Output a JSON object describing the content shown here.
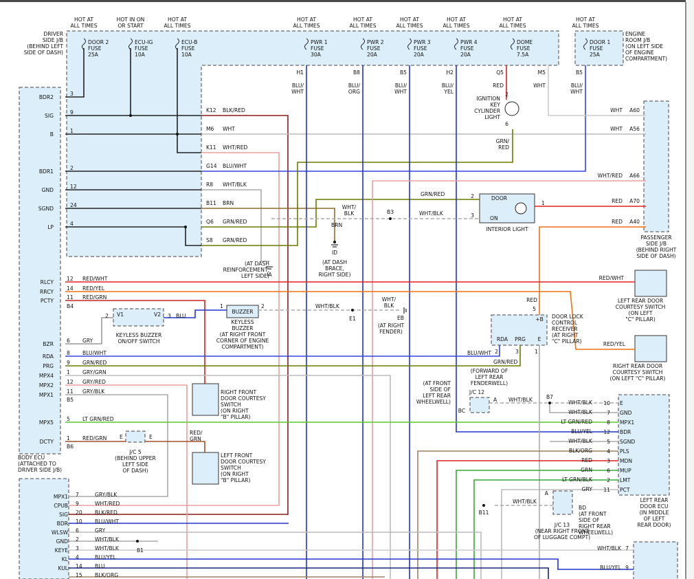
{
  "hot_labels": {
    "door2": "HOT AT\nALL TIMES",
    "ecuig": "HOT IN ON\nOR START",
    "ecub": "HOT AT\nALL TIMES",
    "pwr1": "HOT AT\nALL TIMES",
    "pwr2": "HOT AT\nALL TIMES",
    "pwr3": "HOT AT\nALL TIMES",
    "pwr4": "HOT AT\nALL TIMES",
    "dome": "HOT AT\nALL TIMES",
    "door1": "HOT AT\nALL TIMES"
  },
  "fuses": {
    "door2": "DOOR 2\nFUSE\n25A",
    "ecuig": "ECU-IG\nFUSE\n10A",
    "ecub": "ECU-B\nFUSE\n10A",
    "pwr1": "PWR 1\nFUSE\n30A",
    "pwr2": "PWR 2\nFUSE\n20A",
    "pwr3": "PWR 3\nFUSE\n20A",
    "pwr4": "PWR 4\nFUSE\n20A",
    "dome": "DOME\nFUSE\n7.5A",
    "door1": "DOOR 1\nFUSE\n25A"
  },
  "jb_labels": {
    "driver": "DRIVER\nSIDE J/B\n(BEHIND LEFT\nSIDE OF DASH)",
    "engine": "ENGINE\nROOM J/B\n(ON LEFT SIDE\nOF ENGINE\nCOMPARTMENT)",
    "passenger": "PASSENGER\nSIDE J/B\n(BEHIND RIGHT\nSIDE OF DASH)"
  },
  "jb_pins": {
    "h1": "H1",
    "b8": "B8",
    "b5": "B5",
    "h2": "H2",
    "q5": "Q5",
    "m5": "M5",
    "b5b": "B5"
  },
  "wire_top": {
    "h1": "BLU/\nWHT",
    "b8": "BLU/\nORG",
    "b5": "BLU/\nWHT",
    "h2": "BLU/\nYEL",
    "q5": "RED",
    "m5": "WHT",
    "b5b": "BLU/\nWHT"
  },
  "body_ecu": {
    "label": "BODY ECU\n(ATTACHED TO\nDRIVER SIDE J/B)",
    "pins": [
      {
        "name": "BDR2",
        "num": "3"
      },
      {
        "name": "SIG",
        "num": "9"
      },
      {
        "name": "B",
        "num": "1"
      },
      {
        "name": "BDR1",
        "num": "2"
      },
      {
        "name": "GND",
        "num": "12"
      },
      {
        "name": "SGND",
        "num": "24"
      },
      {
        "name": "LP",
        "num": "4"
      }
    ],
    "pins2": [
      {
        "name": "RLCY",
        "num": "12",
        "wire": "RED/WHT"
      },
      {
        "name": "RRCY",
        "num": "14",
        "wire": "RED/YEL"
      },
      {
        "name": "PCTY",
        "num": "11",
        "wire": "RED/GRN"
      },
      {
        "name": "",
        "num": "B4",
        "wire": ""
      },
      {
        "name": "BZR",
        "num": "6",
        "wire": "GRY"
      },
      {
        "name": "RDA",
        "num": "8",
        "wire": "BLU/WHT"
      },
      {
        "name": "PRG",
        "num": "9",
        "wire": "GRN/RED"
      },
      {
        "name": "MPX4",
        "num": "1",
        "wire": "GRY/GRN"
      },
      {
        "name": "MPX2",
        "num": "12",
        "wire": "GRY/RED"
      },
      {
        "name": "MPX1",
        "num": "11",
        "wire": "GRY/BLK"
      },
      {
        "name": "",
        "num": "B5",
        "wire": ""
      },
      {
        "name": "MPX5",
        "num": "5",
        "wire": "LT GRN/RED"
      },
      {
        "name": "DCTY",
        "num": "1",
        "wire": "RED/GRN"
      },
      {
        "name": "",
        "num": "B6",
        "wire": ""
      }
    ]
  },
  "jb_right_pins": [
    {
      "pin": "K12",
      "wire": "BLK/RED"
    },
    {
      "pin": "M6",
      "wire": "WHT"
    },
    {
      "pin": "K11",
      "wire": "WHT/RED"
    },
    {
      "pin": "G14",
      "wire": "BLU/WHT"
    },
    {
      "pin": "R8",
      "wire": "WHT/BLK"
    },
    {
      "pin": "B11",
      "wire": "BRN"
    },
    {
      "pin": "Q6",
      "wire": "GRN/RED"
    },
    {
      "pin": "S8",
      "wire": "GRN/RED"
    }
  ],
  "ground_ia": {
    "id": "IA",
    "label": "(AT DASH\nREINFORCEMENT,\nLEFT SIDE)"
  },
  "ground_id": {
    "id": "ID",
    "wire": "BRN",
    "label": "(AT DASH\nBRACE,\nRIGHT SIDE)"
  },
  "ground_eb": {
    "id": "EB",
    "wire": "WHT/\nBLK",
    "label": "(AT RIGHT\nFENDER)"
  },
  "ignition": {
    "label": "IGNITION\nKEY\nCYLINDER\nLIGHT",
    "pin_top": "2",
    "pin_bot": "6",
    "wire_bot": "GRN/\nRED"
  },
  "interior_light": {
    "label": "INTERIOR LIGHT",
    "door": "DOOR",
    "on": "ON",
    "pin2": "2",
    "pin3": "3",
    "pin1": "1",
    "wire_in": "GRN/RED",
    "wire_b3": "WHT/BLK",
    "b3": "B3",
    "wire_b11": "WHT/\nBLK"
  },
  "passenger_pins": [
    {
      "pin": "A60",
      "wire": "WHT"
    },
    {
      "pin": "A56",
      "wire": "WHT"
    },
    {
      "pin": "A66",
      "wire": "WHT/RED"
    },
    {
      "pin": "A70",
      "wire": "RED"
    },
    {
      "pin": "A40",
      "wire": "RED"
    }
  ],
  "courtesy": {
    "left_rear": "LEFT REAR DOOR\nCOURTESY SWITCH\n(ON LEFT\n\"C\" PILLAR)",
    "right_rear": "RIGHT REAR DOOR\nCOURTESY SWITCH\n(ON LEFT \"C\" PILLAR)",
    "right_front": "RIGHT FRONT\nDOOR COURTESY\nSWITCH\n(ON RIGHT\n\"B\" PILLAR)",
    "left_front": "LEFT FRONT\nDOOR COURTESY\nSWITCH\n(ON RIGHT\n\"B\" PILLAR)",
    "lr_wire": "RED/WHT",
    "rr_wire": "RED/YEL",
    "lf_wire": "RED/\nGRN",
    "rf_wire": "RED/GRN"
  },
  "keyless": {
    "switch_label": "KEYLESS BUZZER\nON/OFF SWITCH",
    "v1": "V1",
    "v2": "V2",
    "p2": "2",
    "p3": "3",
    "wire": "BLU",
    "buzzer": "BUZZER",
    "buzzer_label": "KEYLESS\nBUZZER\n(AT RIGHT FRONT\nCORNER OF ENGINE\nCOMPARTMENT)",
    "bp1": "1",
    "bp2": "2",
    "wire_out": "WHT/BLK",
    "e1": "E1"
  },
  "receiver": {
    "label": "DOOR LOCK\nCONTROL\nRECEIVER\n(AT RIGHT\n\"C\" PILLAR)",
    "pb": "+B",
    "rda": "RDA",
    "prg": "PRG",
    "e": "E",
    "p5": "5",
    "p2": "2",
    "p3": "3",
    "p1": "1",
    "wire_red": "RED",
    "wire_bw": "BLU/WHT",
    "wire_gr": "GRN/RED",
    "wire_wb": "WHT/BLK",
    "fwd": "(FORWARD OF\nLEFT REAR\nFENDERWELL)"
  },
  "jc12": {
    "label": "J/C 12",
    "a": "A",
    "bc": "BC",
    "loc": "(AT FRONT\nSIDE OF\nLEFT REAR\nWHEELWELL)",
    "wire": "WHT/BLK",
    "b7": "B7"
  },
  "jc5": {
    "label": "J/C 5\n(BEHIND UPPER\nLEFT SIDE\nOF DASH)",
    "e": "E"
  },
  "jc13": {
    "label": "J/C 13\n(NEAR RIGHT FRONT\nOF LUGGAGE COMPT)",
    "a": "A",
    "bd": "BD",
    "loc": "(AT FRONT\nSIDE OF\nRIGHT REAR\nWHEELWELL)",
    "wire": "WHT/BLK",
    "b11": "B11"
  },
  "left_rear_ecu": {
    "label": "LEFT REAR\nDOOR ECU\n(IN MIDDLE\nOF LEFT\nREAR DOOR)",
    "pins": [
      {
        "num": "10",
        "name": "E",
        "wire": "WHT/BLK"
      },
      {
        "num": "7",
        "name": "GND",
        "wire": "WHT/BLK"
      },
      {
        "num": "8",
        "name": "MPX1",
        "wire": "LT GRN/RED"
      },
      {
        "num": "12",
        "name": "BDR",
        "wire": "BLU/YEL"
      },
      {
        "num": "5",
        "name": "SGND",
        "wire": "WHT/BLK"
      },
      {
        "num": "4",
        "name": "PLS",
        "wire": "BLK/ORG"
      },
      {
        "num": "3",
        "name": "MDN",
        "wire": "RED"
      },
      {
        "num": "6",
        "name": "MUP",
        "wire": "GRN"
      },
      {
        "num": "2",
        "name": "LMT",
        "wire": "LT GRN/BLK"
      },
      {
        "num": "11",
        "name": "PCT",
        "wire": "GRY"
      }
    ]
  },
  "lower_ecu": {
    "pins": [
      {
        "name": "MPX1",
        "num": "7",
        "wire": "GRY/BLK"
      },
      {
        "name": "CPUB",
        "num": "9",
        "wire": "WHT/RED"
      },
      {
        "name": "SIG",
        "num": "20",
        "wire": "BLK/RED"
      },
      {
        "name": "BDR",
        "num": "10",
        "wire": "BLU/WHT"
      },
      {
        "name": "WLSW",
        "num": "6",
        "wire": "GRY"
      },
      {
        "name": "GND",
        "num": "2",
        "wire": "WHT/BLK"
      },
      {
        "name": "KEYE",
        "num": "3",
        "wire": "WHT/BLK"
      },
      {
        "name": "KL",
        "num": "4",
        "wire": "BLU/YEL"
      },
      {
        "name": "KUL",
        "num": "14",
        "wire": "BLU"
      },
      {
        "name": "",
        "num": "15",
        "wire": "BLK/ORG"
      }
    ],
    "b1": "B1"
  },
  "right_bottom": {
    "p7": "7",
    "p9": "9",
    "w7": "WHT/BLK",
    "w9": "BLU/YEL"
  },
  "colors": {
    "red": "#e02020",
    "green": "#33aa33",
    "blue": "#2233cc",
    "olive": "#8a7a00",
    "orange": "#f07010",
    "lime": "#55cc22",
    "gray": "#aaaaaa",
    "pink": "#e8a0a0",
    "brown": "#8b5a2b",
    "navy": "#1a237e"
  }
}
